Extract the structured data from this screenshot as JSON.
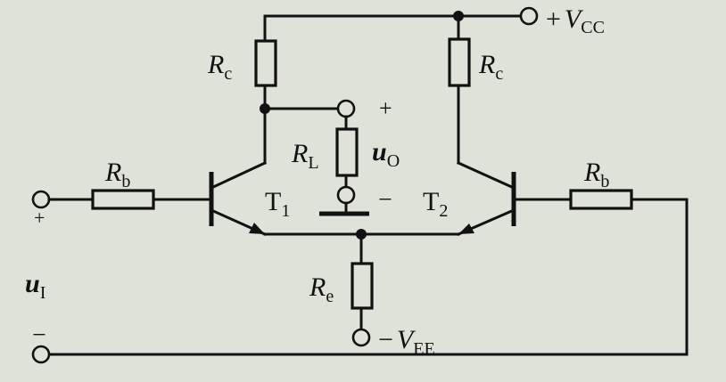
{
  "labels": {
    "vcc_sign": "+",
    "vcc_symbol": "V",
    "vcc_sub": "CC",
    "vee_sign": "−",
    "vee_symbol": "V",
    "vee_sub": "EE",
    "rc_left": "R",
    "rc_left_sub": "c",
    "rc_right": "R",
    "rc_right_sub": "c",
    "rl": "R",
    "rl_sub": "L",
    "uo": "u",
    "uo_sub": "O",
    "uo_plus": "+",
    "uo_minus": "−",
    "t1": "T",
    "t1_sub": "1",
    "t2": "T",
    "t2_sub": "2",
    "rb_left": "R",
    "rb_left_sub": "b",
    "rb_right": "R",
    "rb_right_sub": "b",
    "re": "R",
    "re_sub": "e",
    "ui": "u",
    "ui_sub": "I",
    "ui_plus": "+",
    "ui_minus": "−"
  },
  "colors": {
    "background": "#dfe2d9",
    "ink": "#111111"
  }
}
